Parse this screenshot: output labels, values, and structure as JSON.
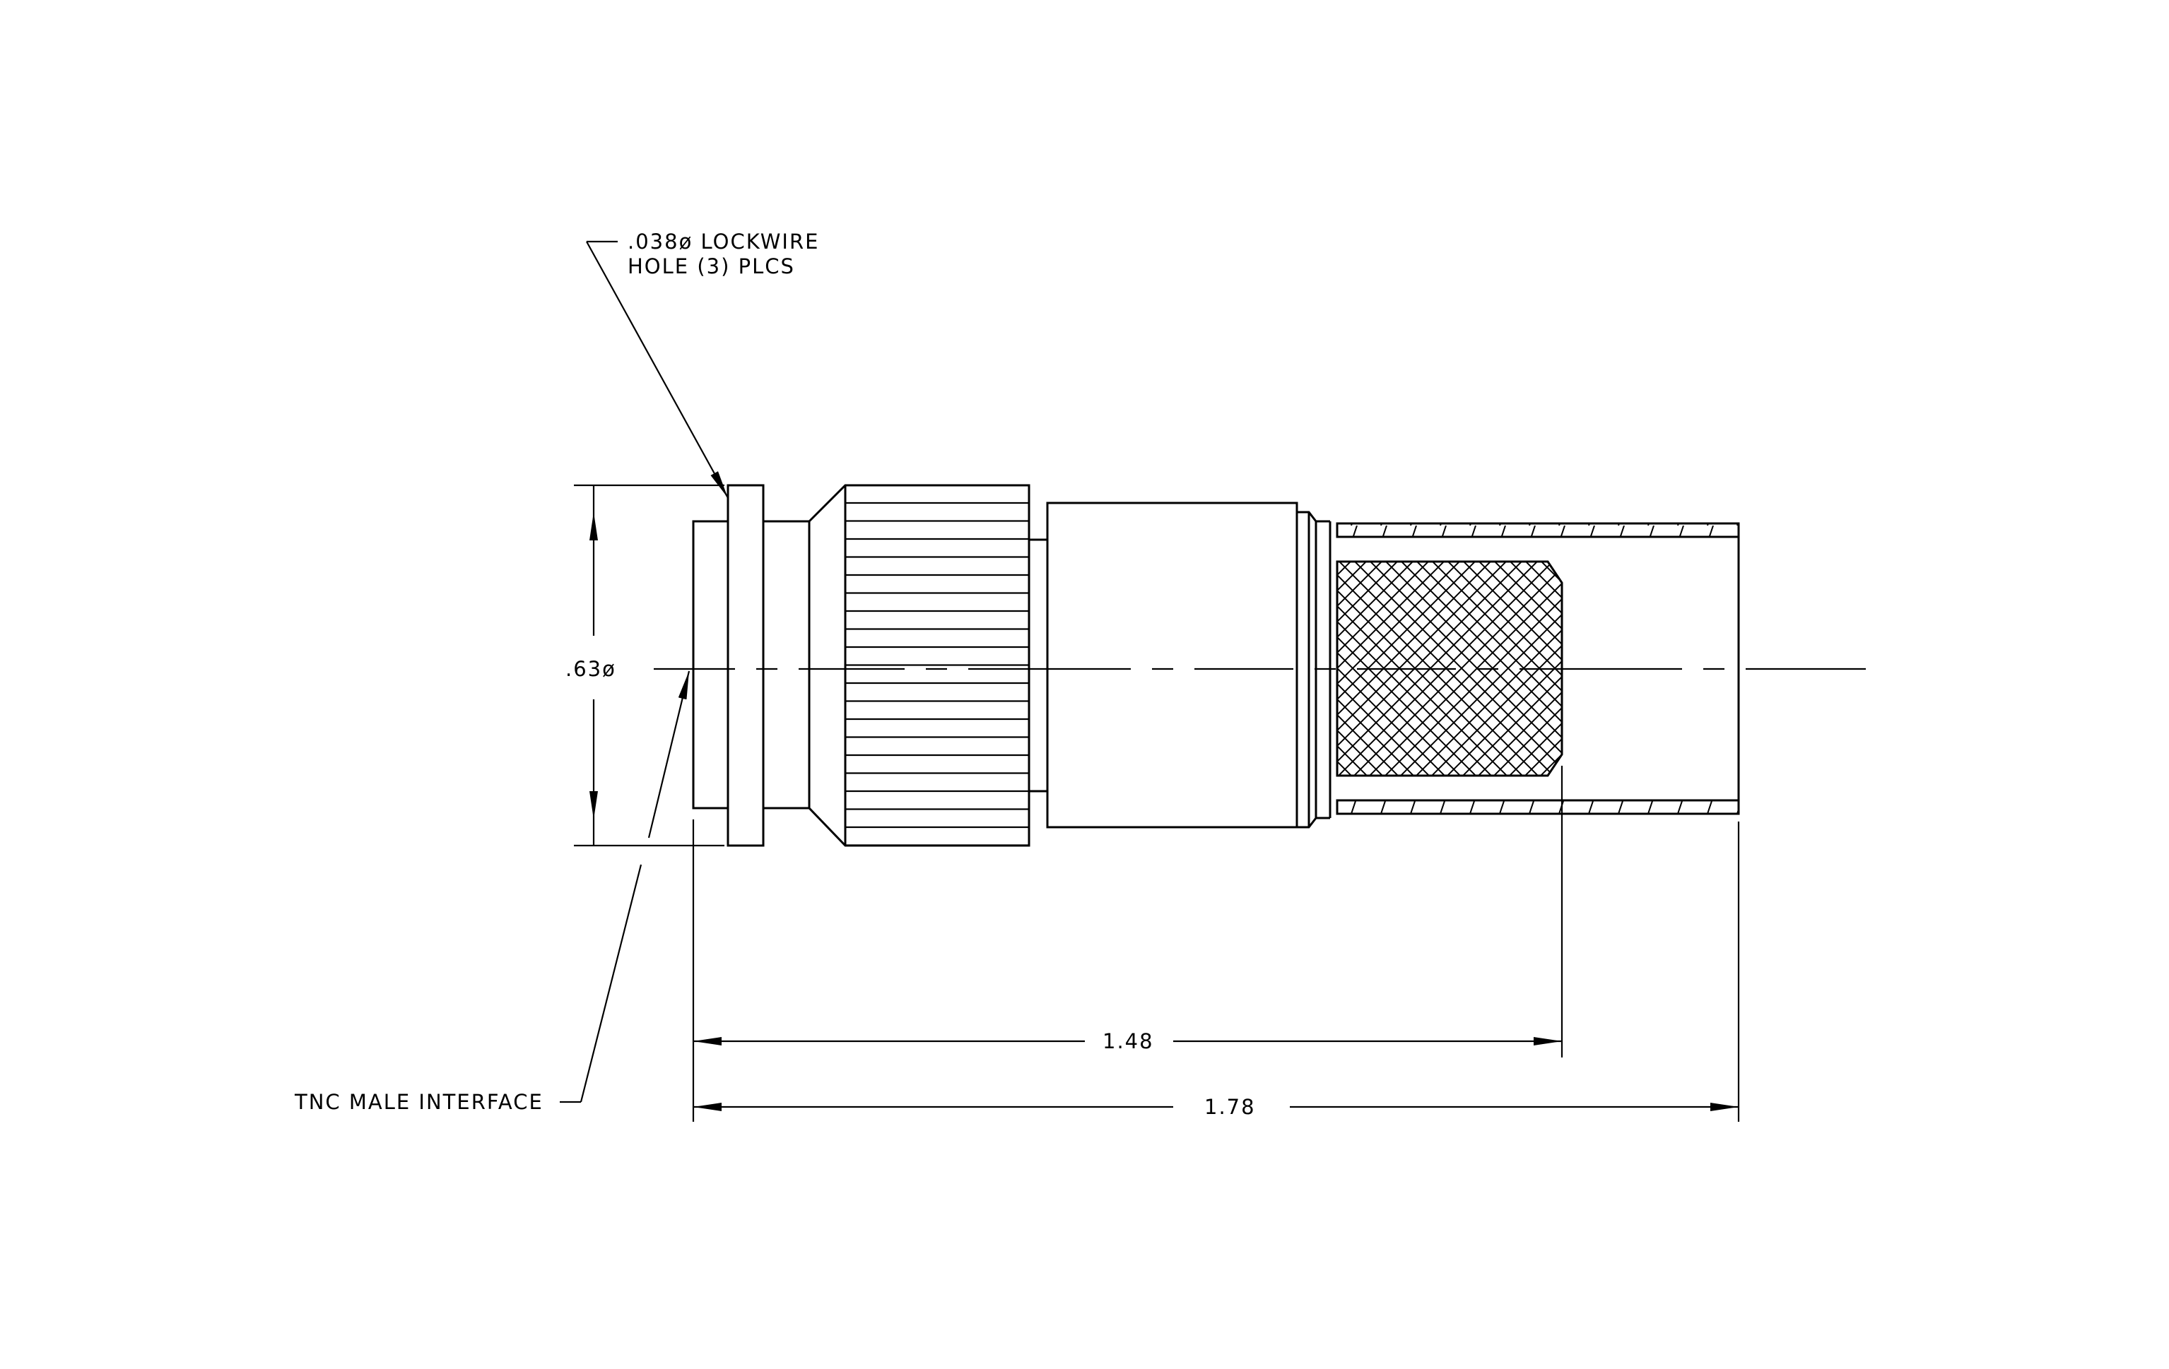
{
  "annotations": {
    "lockwire_line1": ".038ø LOCKWIRE",
    "lockwire_line2": "HOLE (3) PLCS",
    "interface": "TNC MALE INTERFACE",
    "diameter": ".63ø"
  },
  "dimensions": {
    "length_to_braid": "1.48",
    "overall_length": "1.78"
  }
}
